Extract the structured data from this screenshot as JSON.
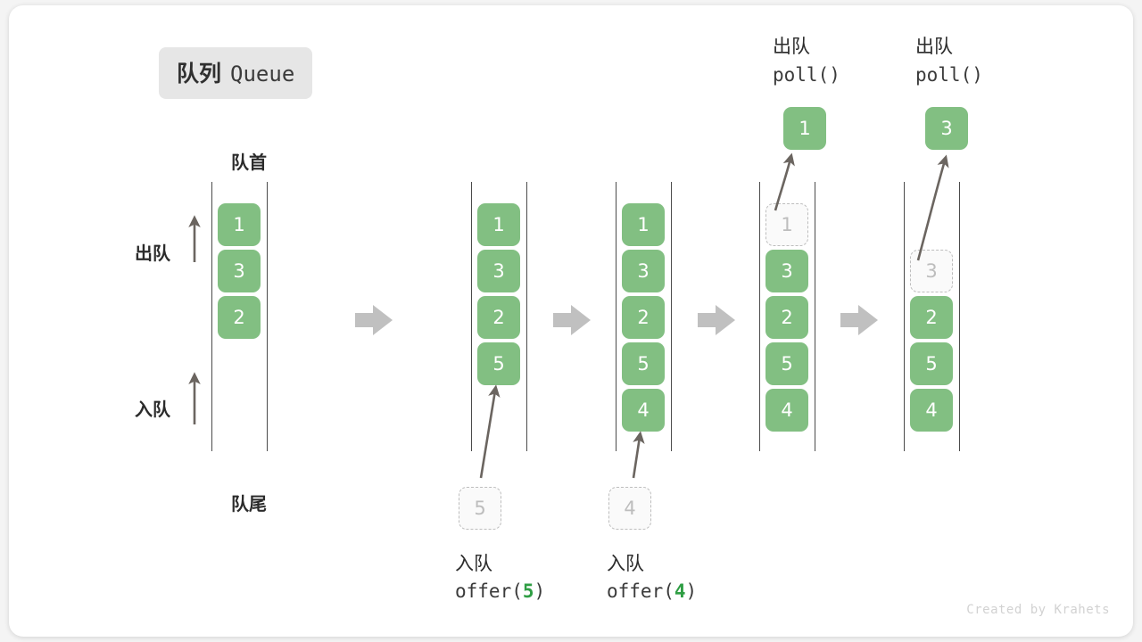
{
  "title": {
    "cn": "队列",
    "en": "Queue"
  },
  "labels": {
    "front": "队首",
    "rear": "队尾",
    "dequeue": "出队",
    "enqueue": "入队"
  },
  "watermark": "Created by Krahets",
  "colors": {
    "cell_fill": "#82bf82",
    "cell_text": "#ffffff",
    "ghost_border": "#bdbdbd",
    "ghost_text": "#bdbdbd",
    "rail": "#4b4b4b",
    "arrow_gray": "#c0c0c0",
    "arrow_dark": "#555555",
    "accent_green": "#2f9e44",
    "badge_bg": "#e6e6e6"
  },
  "side_markers": [
    {
      "label": "出队",
      "name": "dequeue-marker"
    },
    {
      "label": "入队",
      "name": "enqueue-marker"
    }
  ],
  "panels": [
    {
      "name": "panel-initial",
      "cells": [
        {
          "value": "1",
          "state": "solid"
        },
        {
          "value": "3",
          "state": "solid"
        },
        {
          "value": "2",
          "state": "solid"
        }
      ],
      "ejected": null,
      "incoming": null,
      "caption_cn": null,
      "caption_code": null,
      "caption_arg": null,
      "top_caption_cn": null,
      "top_caption_code": null
    },
    {
      "name": "panel-after-offer-5",
      "cells": [
        {
          "value": "1",
          "state": "solid"
        },
        {
          "value": "3",
          "state": "solid"
        },
        {
          "value": "2",
          "state": "solid"
        },
        {
          "value": "5",
          "state": "solid"
        }
      ],
      "ejected": null,
      "incoming": {
        "value": "5",
        "state": "ghost"
      },
      "caption_cn": "入队",
      "caption_code": "offer(",
      "caption_arg": "5",
      "caption_code_end": ")",
      "top_caption_cn": null,
      "top_caption_code": null
    },
    {
      "name": "panel-after-offer-4",
      "cells": [
        {
          "value": "1",
          "state": "solid"
        },
        {
          "value": "3",
          "state": "solid"
        },
        {
          "value": "2",
          "state": "solid"
        },
        {
          "value": "5",
          "state": "solid"
        },
        {
          "value": "4",
          "state": "solid"
        }
      ],
      "ejected": null,
      "incoming": {
        "value": "4",
        "state": "ghost"
      },
      "caption_cn": "入队",
      "caption_code": "offer(",
      "caption_arg": "4",
      "caption_code_end": ")",
      "top_caption_cn": null,
      "top_caption_code": null
    },
    {
      "name": "panel-after-poll-1",
      "cells": [
        {
          "value": "1",
          "state": "ghost"
        },
        {
          "value": "3",
          "state": "solid"
        },
        {
          "value": "2",
          "state": "solid"
        },
        {
          "value": "5",
          "state": "solid"
        },
        {
          "value": "4",
          "state": "solid"
        }
      ],
      "ejected": {
        "value": "1",
        "state": "solid"
      },
      "incoming": null,
      "caption_cn": null,
      "caption_code": null,
      "top_caption_cn": "出队",
      "top_caption_code": "poll()"
    },
    {
      "name": "panel-after-poll-3",
      "cells": [
        {
          "value": "",
          "state": "empty"
        },
        {
          "value": "3",
          "state": "ghost"
        },
        {
          "value": "2",
          "state": "solid"
        },
        {
          "value": "5",
          "state": "solid"
        },
        {
          "value": "4",
          "state": "solid"
        }
      ],
      "ejected": {
        "value": "3",
        "state": "solid"
      },
      "incoming": null,
      "caption_cn": null,
      "caption_code": null,
      "top_caption_cn": "出队",
      "top_caption_code": "poll()"
    }
  ],
  "flow_arrows": [
    "step-arrow-1",
    "step-arrow-2",
    "step-arrow-3",
    "step-arrow-4"
  ]
}
